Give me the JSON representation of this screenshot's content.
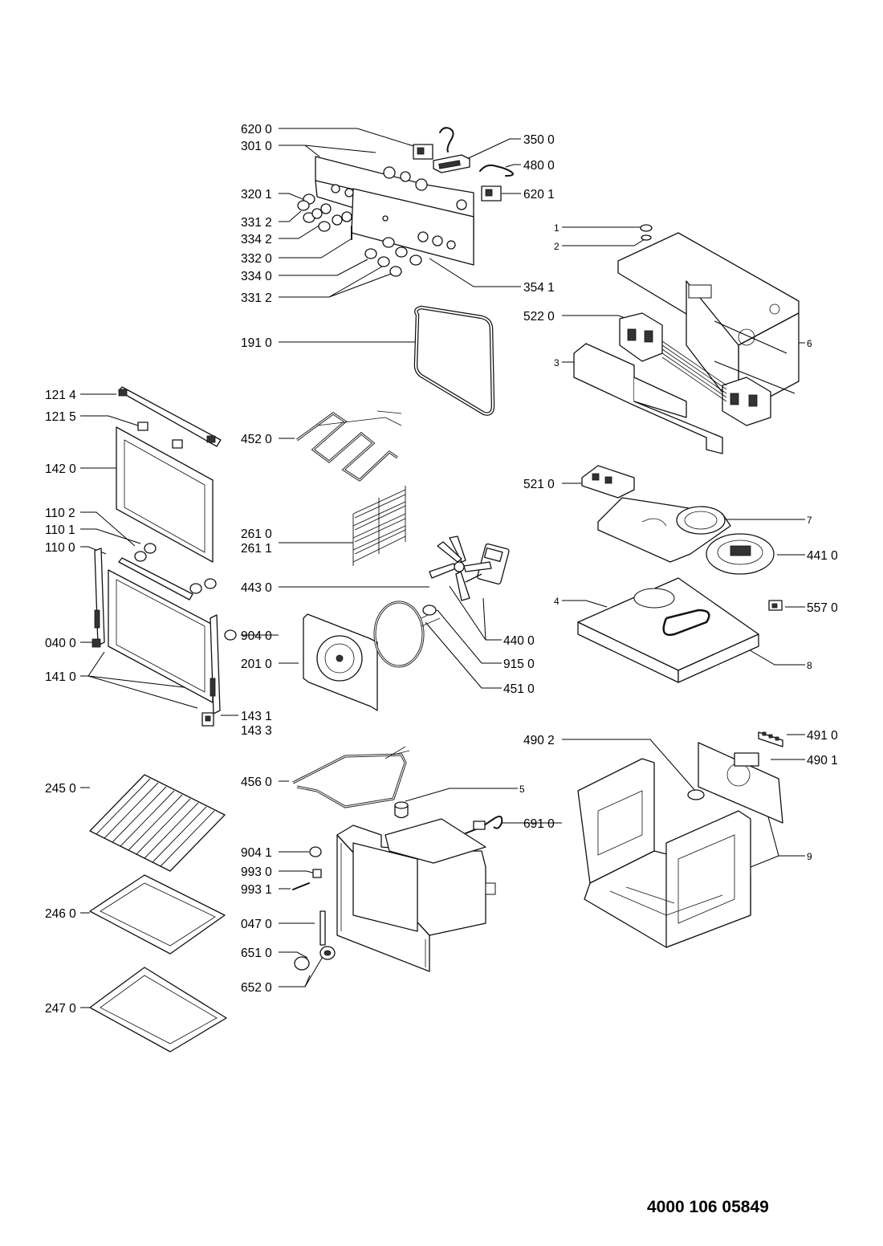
{
  "document_number": "4000 106 05849",
  "callouts": [
    {
      "id": "c620-0",
      "text": "620 0"
    },
    {
      "id": "c301-0",
      "text": "301 0"
    },
    {
      "id": "c350-0",
      "text": "350 0"
    },
    {
      "id": "c480-0",
      "text": "480 0"
    },
    {
      "id": "c620-1",
      "text": "620 1"
    },
    {
      "id": "c320-1",
      "text": "320 1"
    },
    {
      "id": "c331-2a",
      "text": "331 2"
    },
    {
      "id": "c334-2",
      "text": "334 2"
    },
    {
      "id": "c332-0",
      "text": "332 0"
    },
    {
      "id": "c334-0",
      "text": "334 0"
    },
    {
      "id": "c331-2b",
      "text": "331 2"
    },
    {
      "id": "c354-1",
      "text": "354 1"
    },
    {
      "id": "c1",
      "text": "1"
    },
    {
      "id": "c2",
      "text": "2"
    },
    {
      "id": "c522-0",
      "text": "522 0"
    },
    {
      "id": "c191-0",
      "text": "191 0"
    },
    {
      "id": "c3",
      "text": "3"
    },
    {
      "id": "c6",
      "text": "6"
    },
    {
      "id": "c121-4",
      "text": "121 4"
    },
    {
      "id": "c121-5",
      "text": "121 5"
    },
    {
      "id": "c452-0",
      "text": "452 0"
    },
    {
      "id": "c142-0",
      "text": "142 0"
    },
    {
      "id": "c521-0",
      "text": "521 0"
    },
    {
      "id": "c110-2",
      "text": "110 2"
    },
    {
      "id": "c261-0",
      "text": "261 0"
    },
    {
      "id": "c7",
      "text": "7"
    },
    {
      "id": "c110-1",
      "text": "110 1"
    },
    {
      "id": "c261-1",
      "text": "261 1"
    },
    {
      "id": "c110-0",
      "text": "110 0"
    },
    {
      "id": "c441-0",
      "text": "441 0"
    },
    {
      "id": "c443-0",
      "text": "443 0"
    },
    {
      "id": "c4",
      "text": "4"
    },
    {
      "id": "c557-0",
      "text": "557 0"
    },
    {
      "id": "c040-0",
      "text": "040 0"
    },
    {
      "id": "c904-0",
      "text": "904 0"
    },
    {
      "id": "c440-0",
      "text": "440 0"
    },
    {
      "id": "c201-0",
      "text": "201 0"
    },
    {
      "id": "c915-0",
      "text": "915 0"
    },
    {
      "id": "c8",
      "text": "8"
    },
    {
      "id": "c141-0",
      "text": "141 0"
    },
    {
      "id": "c451-0",
      "text": "451 0"
    },
    {
      "id": "c143-1",
      "text": "143 1"
    },
    {
      "id": "c143-3",
      "text": "143 3"
    },
    {
      "id": "c491-0",
      "text": "491 0"
    },
    {
      "id": "c490-2",
      "text": "490 2"
    },
    {
      "id": "c490-1",
      "text": "490 1"
    },
    {
      "id": "c456-0",
      "text": "456 0"
    },
    {
      "id": "c5",
      "text": "5"
    },
    {
      "id": "c245-0",
      "text": "245 0"
    },
    {
      "id": "c691-0",
      "text": "691 0"
    },
    {
      "id": "c904-1",
      "text": "904 1"
    },
    {
      "id": "c9",
      "text": "9"
    },
    {
      "id": "c993-0",
      "text": "993 0"
    },
    {
      "id": "c993-1",
      "text": "993 1"
    },
    {
      "id": "c246-0",
      "text": "246 0"
    },
    {
      "id": "c047-0",
      "text": "047 0"
    },
    {
      "id": "c651-0",
      "text": "651 0"
    },
    {
      "id": "c652-0",
      "text": "652 0"
    },
    {
      "id": "c247-0",
      "text": "247 0"
    }
  ]
}
